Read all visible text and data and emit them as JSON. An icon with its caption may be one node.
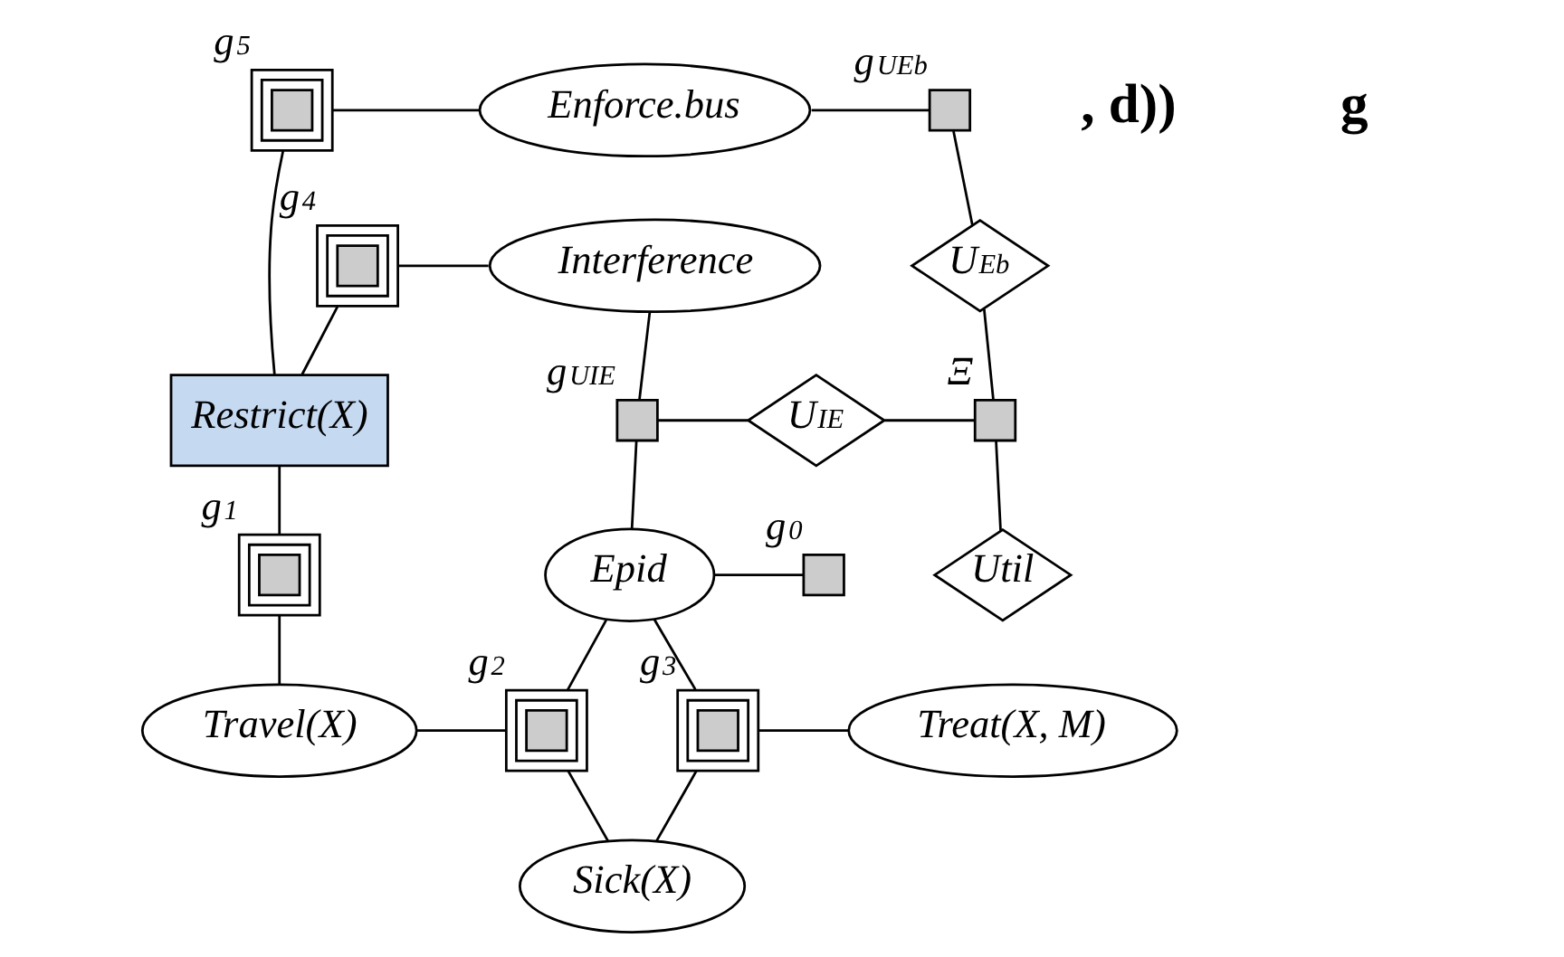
{
  "diagram": {
    "nodes": [
      {
        "text": [],
        "shape": "box",
        "beside": [
          "g$_{5}$"
        ]
      },
      {
        "text": [
          "Enforce.bus"
        ]
      },
      {
        "text": [],
        "shape": "box",
        "beside": [
          "g$_{UEb}$"
        ]
      },
      {
        "text": [],
        "shape": "box",
        "beside": [
          "g$_{4}$"
        ]
      },
      {
        "text": [
          "Interference"
        ]
      },
      {
        "text": [
          "U$_{Eb}$"
        ]
      },
      {
        "text": [
          "Restrict(X)"
        ]
      },
      {
        "text": [],
        "shape": "box",
        "beside": [
          "g$_{UIE}$"
        ]
      },
      {
        "text": [
          "U$_{IE}$"
        ]
      },
      {
        "text": [],
        "shape": "box",
        "beside": [
          "Ξ"
        ]
      },
      {
        "text": [],
        "shape": "box",
        "beside": [
          "g$_{1}$"
        ]
      },
      {
        "text": [
          "Epid"
        ]
      },
      {
        "text": [],
        "shape": "box",
        "beside": [
          "g$_{0}$"
        ]
      },
      {
        "text": [
          "Util"
        ]
      },
      {
        "text": [
          "Travel(X)"
        ]
      },
      {
        "text": [],
        "shape": "box",
        "beside": [
          "g$_{2}$"
        ]
      },
      {
        "text": [],
        "shape": "box",
        "beside": [
          "g$_{3}$"
        ]
      },
      {
        "text": [
          "Treat(X, M)"
        ]
      },
      {
        "text": [
          "Sick(X)"
        ]
      }
    ],
    "edges": [
      {
        "from": 0,
        "to": 1,
        "arrow": "none"
      },
      {
        "from": 1,
        "to": 2,
        "arrow": "none"
      },
      {
        "from": 2,
        "to": 5,
        "arrow": "none"
      },
      {
        "from": 0,
        "to": 6,
        "arrow": "none"
      },
      {
        "from": 3,
        "to": 4,
        "arrow": "none"
      },
      {
        "from": 3,
        "to": 6,
        "arrow": "none"
      },
      {
        "from": 4,
        "to": 7,
        "arrow": "none"
      },
      {
        "from": 7,
        "to": 8,
        "arrow": "none"
      },
      {
        "from": 8,
        "to": 9,
        "arrow": "none"
      },
      {
        "from": 5,
        "to": 9,
        "arrow": "none"
      },
      {
        "from": 9,
        "to": 13,
        "arrow": "none"
      },
      {
        "from": 7,
        "to": 11,
        "arrow": "none"
      },
      {
        "from": 11,
        "to": 12,
        "arrow": "none"
      },
      {
        "from": 6,
        "to": 10,
        "arrow": "none"
      },
      {
        "from": 10,
        "to": 14,
        "arrow": "none"
      },
      {
        "from": 14,
        "to": 15,
        "arrow": "none"
      },
      {
        "from": 11,
        "to": 15,
        "arrow": "none"
      },
      {
        "from": 11,
        "to": 16,
        "arrow": "none"
      },
      {
        "from": 16,
        "to": 17,
        "arrow": "none"
      },
      {
        "from": 15,
        "to": 18,
        "arrow": "none"
      },
      {
        "from": 16,
        "to": 18,
        "arrow": "none"
      }
    ],
    "labels": [
      ", d))",
      "g"
    ]
  }
}
